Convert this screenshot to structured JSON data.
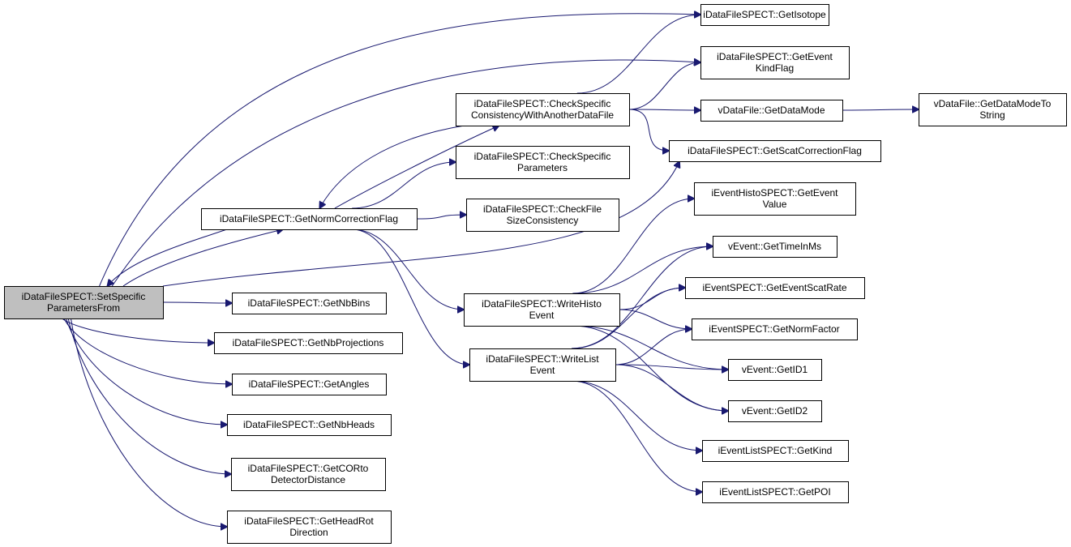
{
  "colors": {
    "edge": "#191970",
    "root_fill": "#bfbfbf",
    "node_fill": "#ffffff",
    "node_stroke": "#000000"
  },
  "nodes": [
    {
      "id": "setSpecific",
      "lines": [
        "iDataFileSPECT::SetSpecific",
        "ParametersFrom"
      ],
      "root": true
    },
    {
      "id": "getIsotope",
      "lines": [
        "iDataFileSPECT::GetIsotope"
      ]
    },
    {
      "id": "getEventKindFlag",
      "lines": [
        "iDataFileSPECT::GetEvent",
        "KindFlag"
      ]
    },
    {
      "id": "checkConsistency",
      "lines": [
        "iDataFileSPECT::CheckSpecific",
        "ConsistencyWithAnotherDataFile"
      ]
    },
    {
      "id": "getDataMode",
      "lines": [
        "vDataFile::GetDataMode"
      ]
    },
    {
      "id": "getDataModeToString",
      "lines": [
        "vDataFile::GetDataModeTo",
        "String"
      ]
    },
    {
      "id": "getScatCorrectionFlag",
      "lines": [
        "iDataFileSPECT::GetScatCorrectionFlag"
      ]
    },
    {
      "id": "checkSpecificParams",
      "lines": [
        "iDataFileSPECT::CheckSpecific",
        "Parameters"
      ]
    },
    {
      "id": "getNormCorrectionFlag",
      "lines": [
        "iDataFileSPECT::GetNormCorrectionFlag"
      ]
    },
    {
      "id": "checkFileSize",
      "lines": [
        "iDataFileSPECT::CheckFile",
        "SizeConsistency"
      ]
    },
    {
      "id": "getEventValue",
      "lines": [
        "iEventHistoSPECT::GetEvent",
        "Value"
      ]
    },
    {
      "id": "getTimeInMs",
      "lines": [
        "vEvent::GetTimeInMs"
      ]
    },
    {
      "id": "writeHistoEvent",
      "lines": [
        "iDataFileSPECT::WriteHisto",
        "Event"
      ]
    },
    {
      "id": "getEventScatRate",
      "lines": [
        "iEventSPECT::GetEventScatRate"
      ]
    },
    {
      "id": "getNormFactor",
      "lines": [
        "iEventSPECT::GetNormFactor"
      ]
    },
    {
      "id": "writeListEvent",
      "lines": [
        "iDataFileSPECT::WriteList",
        "Event"
      ]
    },
    {
      "id": "getID1",
      "lines": [
        "vEvent::GetID1"
      ]
    },
    {
      "id": "getID2",
      "lines": [
        "vEvent::GetID2"
      ]
    },
    {
      "id": "getKind",
      "lines": [
        "iEventListSPECT::GetKind"
      ]
    },
    {
      "id": "getPOI",
      "lines": [
        "iEventListSPECT::GetPOI"
      ]
    },
    {
      "id": "getNbBins",
      "lines": [
        "iDataFileSPECT::GetNbBins"
      ]
    },
    {
      "id": "getNbProjections",
      "lines": [
        "iDataFileSPECT::GetNbProjections"
      ]
    },
    {
      "id": "getAngles",
      "lines": [
        "iDataFileSPECT::GetAngles"
      ]
    },
    {
      "id": "getNbHeads",
      "lines": [
        "iDataFileSPECT::GetNbHeads"
      ]
    },
    {
      "id": "getCORtoDetector",
      "lines": [
        "iDataFileSPECT::GetCORto",
        "DetectorDistance"
      ]
    },
    {
      "id": "getHeadRotDirection",
      "lines": [
        "iDataFileSPECT::GetHeadRot",
        "Direction"
      ]
    }
  ],
  "edges": [
    {
      "from": "setSpecific",
      "to": "getIsotope"
    },
    {
      "from": "setSpecific",
      "to": "getEventKindFlag"
    },
    {
      "from": "setSpecific",
      "to": "getNormCorrectionFlag"
    },
    {
      "from": "setSpecific",
      "to": "getScatCorrectionFlag"
    },
    {
      "from": "setSpecific",
      "to": "getNbBins"
    },
    {
      "from": "setSpecific",
      "to": "getNbProjections"
    },
    {
      "from": "setSpecific",
      "to": "getAngles"
    },
    {
      "from": "setSpecific",
      "to": "getNbHeads"
    },
    {
      "from": "setSpecific",
      "to": "getCORtoDetector"
    },
    {
      "from": "setSpecific",
      "to": "getHeadRotDirection"
    },
    {
      "from": "getNormCorrectionFlag",
      "to": "setSpecific"
    },
    {
      "from": "getNormCorrectionFlag",
      "to": "checkConsistency"
    },
    {
      "from": "getNormCorrectionFlag",
      "to": "checkSpecificParams"
    },
    {
      "from": "getNormCorrectionFlag",
      "to": "checkFileSize"
    },
    {
      "from": "getNormCorrectionFlag",
      "to": "writeHistoEvent"
    },
    {
      "from": "getNormCorrectionFlag",
      "to": "writeListEvent"
    },
    {
      "from": "checkConsistency",
      "to": "getIsotope"
    },
    {
      "from": "checkConsistency",
      "to": "getEventKindFlag"
    },
    {
      "from": "checkConsistency",
      "to": "getDataMode"
    },
    {
      "from": "checkConsistency",
      "to": "getScatCorrectionFlag"
    },
    {
      "from": "checkConsistency",
      "to": "getNormCorrectionFlag"
    },
    {
      "from": "getDataMode",
      "to": "getDataModeToString"
    },
    {
      "from": "writeHistoEvent",
      "to": "getEventValue"
    },
    {
      "from": "writeHistoEvent",
      "to": "getTimeInMs"
    },
    {
      "from": "writeHistoEvent",
      "to": "getEventScatRate"
    },
    {
      "from": "writeHistoEvent",
      "to": "getNormFactor"
    },
    {
      "from": "writeHistoEvent",
      "to": "getID1"
    },
    {
      "from": "writeHistoEvent",
      "to": "getID2"
    },
    {
      "from": "writeListEvent",
      "to": "getTimeInMs"
    },
    {
      "from": "writeListEvent",
      "to": "getEventScatRate"
    },
    {
      "from": "writeListEvent",
      "to": "getNormFactor"
    },
    {
      "from": "writeListEvent",
      "to": "getID1"
    },
    {
      "from": "writeListEvent",
      "to": "getID2"
    },
    {
      "from": "writeListEvent",
      "to": "getKind"
    },
    {
      "from": "writeListEvent",
      "to": "getPOI"
    }
  ]
}
